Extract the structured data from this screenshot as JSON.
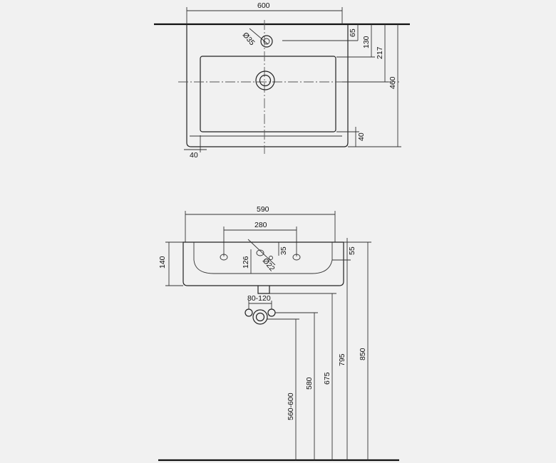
{
  "top_view": {
    "width": "600",
    "hole_tap": "Ø35",
    "dim_65": "65",
    "dim_130": "130",
    "dim_217": "217",
    "dim_460": "460",
    "dim_40_right": "40",
    "dim_40_bottom": "40"
  },
  "front_view": {
    "width": "590",
    "dim_280": "280",
    "dim_140": "140",
    "dim_126": "126",
    "dim_35": "35",
    "drain_hole": "Ø22",
    "dim_55": "55",
    "dim_80_120": "80-120",
    "h_560_600": "560-600",
    "h_580": "580",
    "h_675": "675",
    "h_795": "795",
    "h_850": "850"
  }
}
